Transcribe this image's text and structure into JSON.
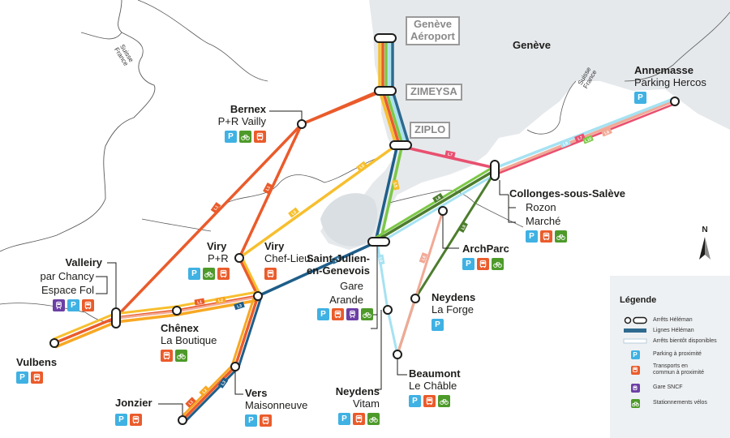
{
  "region_label": "Genève",
  "border_labels": [
    {
      "top": "Suisse",
      "bottom": "France"
    },
    {
      "top": "Suisse",
      "bottom": "France"
    }
  ],
  "line_names": [
    "L1",
    "L2",
    "L3",
    "L4",
    "L5",
    "L6",
    "L7",
    "L8",
    "L9"
  ],
  "line_colors": {
    "L1": "#ea5b2b",
    "L2": "#f7a823",
    "L3": "#1e5e8a",
    "L4": "#2e6a8f",
    "L5": "#f7bf2e",
    "L6": "#f2a996",
    "L7": "#e9506f",
    "L8": "#4d7d2e",
    "L9": "#a6e2f2",
    "L10": "#7cc846"
  },
  "stops": {
    "geneve_aeroport": {
      "name1": "Genève",
      "name2": "Aéroport"
    },
    "zimeysa": {
      "name": "ZIMEYSA"
    },
    "ziplo": {
      "name": "ZIPLO"
    },
    "bernex": {
      "name": "Bernex",
      "sub": "P+R Vailly",
      "services": [
        "P",
        "bike",
        "bus"
      ]
    },
    "annemasse": {
      "name": "Annemasse",
      "sub": "Parking Hercos",
      "services": [
        "P"
      ]
    },
    "collonges": {
      "name": "Collonges-sous-Salève",
      "sub1": "Rozon",
      "sub2": "Marché",
      "services": [
        "P",
        "bus",
        "bike"
      ]
    },
    "archparc": {
      "name": "ArchParc",
      "services": [
        "P",
        "bus",
        "bike"
      ]
    },
    "viry_pr": {
      "name": "Viry",
      "sub": "P+R",
      "services": [
        "P",
        "bike",
        "bus"
      ]
    },
    "viry_cl": {
      "name": "Viry",
      "sub": "Chef-Lieu",
      "services": [
        "bus"
      ]
    },
    "valleiry": {
      "name": "Valleiry",
      "sub1": "par Chancy",
      "sub2": "Espace Fol",
      "services": [
        "train",
        "P",
        "bus"
      ]
    },
    "saint_julien": {
      "name1": "Saint-Julien-",
      "name2": "en-Genevois",
      "sub1": "Gare",
      "sub2": "Arande",
      "services": [
        "P",
        "bus",
        "train",
        "bike"
      ]
    },
    "neydens_forge": {
      "name": "Neydens",
      "sub": "La Forge",
      "services": [
        "P"
      ]
    },
    "chenex": {
      "name": "Chênex",
      "sub": "La Boutique",
      "services": [
        "bus",
        "bike"
      ]
    },
    "vulbens": {
      "name": "Vulbens",
      "services": [
        "P",
        "bus"
      ]
    },
    "beaumont": {
      "name": "Beaumont",
      "sub": "Le Châble",
      "services": [
        "P",
        "bus",
        "bike"
      ]
    },
    "neydens_vitam": {
      "name": "Neydens",
      "sub": "Vitam",
      "services": [
        "P",
        "bus",
        "bike"
      ]
    },
    "vers": {
      "name": "Vers",
      "sub": "Maisonneuve",
      "services": [
        "P",
        "bus"
      ]
    },
    "jonzier": {
      "name": "Jonzier",
      "services": [
        "P",
        "bus"
      ]
    }
  },
  "legend": {
    "title": "Légende",
    "items": [
      "Arrêts Héléman",
      "Lignes Héléman",
      "Arrêts bientôt disponibles",
      "Parking à proximité",
      "Transports en commun à proximité",
      "Gare SNCF",
      "Stationnements vélos"
    ]
  },
  "compass": "N",
  "service_icons": {
    "P": "P",
    "bus": "bus-icon",
    "bike": "bike-icon",
    "train": "train-icon"
  }
}
